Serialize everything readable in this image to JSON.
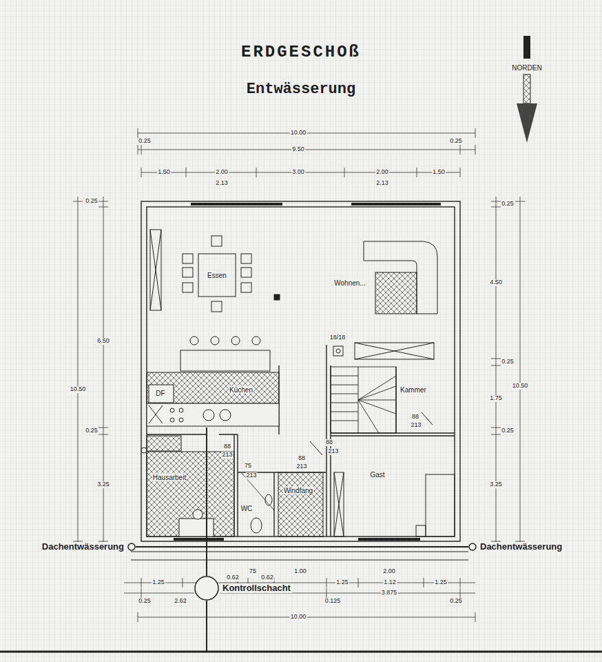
{
  "diagram": {
    "title": "ERDGESCHOß",
    "nodes": [
      {
        "text": [
          "Dachentwässerung"
        ]
      },
      {
        "text": [
          "Dachentwässerung"
        ]
      },
      {
        "text": [
          "Kontrollschacht"
        ]
      }
    ],
    "edges": [
      {
        "from": 0,
        "to": 2,
        "arrow": "none"
      },
      {
        "from": 1,
        "to": 2,
        "arrow": "none"
      }
    ],
    "labels": [
      "Entwässerung",
      "NORDEN",
      "10.00",
      "0.25",
      "9.50",
      "0.25",
      "1.50",
      "2.00",
      "2.13",
      "3.00",
      "2.00",
      "2.13",
      "1.50",
      "0.25",
      "10.50",
      "6.50",
      "0.25",
      "3.25",
      "0.25",
      "4.50",
      "0.25",
      "10.50",
      "1.75",
      "0.25",
      "3.25",
      "Essen",
      "Wohnen...",
      "18/18",
      "Küchen",
      "DF",
      "Kammer",
      "88",
      "213",
      "88",
      "213",
      "75",
      "213",
      "88",
      "213",
      "88",
      "213",
      "Hausarbeit",
      "WC",
      "Windfang",
      "Gast",
      "1.25",
      "0.62",
      "75",
      "0.62",
      "1.00",
      "1.25",
      "2.00",
      "1.12",
      "1.25",
      "0.25",
      "2.62",
      "0.125",
      "3.875",
      "0.25",
      "10.00"
    ]
  }
}
